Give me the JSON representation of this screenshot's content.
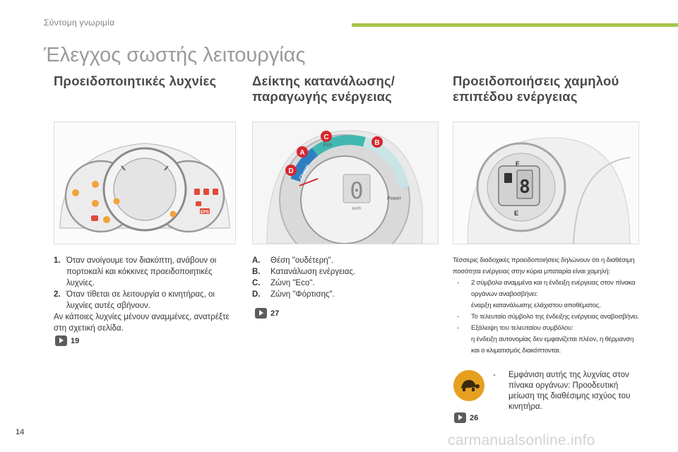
{
  "header": {
    "section": "Σύντομη γνωριμία",
    "title": "Έλεγχος σωστής λειτουργίας",
    "accent_color": "#a4c54a"
  },
  "columns": {
    "warning_lamps": {
      "heading_line1": "Προειδοποιητικές λυχνίες",
      "items": [
        {
          "num": "1.",
          "text": "Όταν ανοίγουμε τον διακόπτη, ανάβουν οι πορτοκαλί και κόκκινες προειδοποιητικές λυχνίες."
        },
        {
          "num": "2.",
          "text": "Όταν τίθεται σε λειτουργία ο κινητήρας, οι λυχνίες αυτές σβήνουν."
        }
      ],
      "note": "Αν κάποιες λυχνίες μένουν αναμμένες, ανατρέξτε στη σχετική σελίδα.",
      "page_ref": "19",
      "figure_labels": {
        "eps": "EPS"
      }
    },
    "power_meter": {
      "heading_line1": "Δείκτης κατανάλωσης/",
      "heading_line2": "παραγωγής ενέργειας",
      "items": [
        {
          "num": "A.",
          "text": "Θέση \"ουδέτερη\"."
        },
        {
          "num": "B.",
          "text": "Κατανάλωση ενέργειας."
        },
        {
          "num": "C.",
          "text": "Ζώνη \"Eco\"."
        },
        {
          "num": "D.",
          "text": "Ζώνη \"Φόρτισης\"."
        }
      ],
      "page_ref": "27",
      "figure_labels": {
        "a": "A",
        "b": "B",
        "c": "C",
        "d": "D",
        "eco": "Eco",
        "charge": "Charge",
        "power": "Power",
        "speed": "0",
        "unit": "km/h"
      },
      "colors": {
        "charge_zone": "#2f7fc0",
        "eco_zone": "#40b8b0",
        "markers": "#d8262f"
      }
    },
    "low_level": {
      "heading_line1": "Προειδοποιήσεις χαμηλού",
      "heading_line2": "επιπέδου ενέργειας",
      "intro": "Τέσσερις διαδοχικές προειδοποιήσεις δηλώνουν ότι η διαθέσιμη ποσότητα ενέργειας στην κύρια μπαταρία είναι χαμηλή:",
      "items": [
        {
          "dash": "-",
          "line1": "2 σύμβολα αναμμένα και η ένδειξη ενέργειας στον πίνακα οργάνων αναβοσβήνει:",
          "line2": "έναρξη κατανάλωσης ελάχιστου αποθέματος."
        },
        {
          "dash": "-",
          "line1": "Το τελευταίο σύμβολο της ένδειξης ενέργειας αναβοσβήνει.",
          "line2": ""
        },
        {
          "dash": "-",
          "line1": "Εξάλειψη του τελευταίου συμβόλου:",
          "line2": "η ένδειξη αυτονομίας δεν εμφανίζεται πλέον, η θέρμανση και ο κλιματισμός διακόπτονται."
        }
      ],
      "turtle": {
        "dash": "-",
        "text": "Εμφάνιση αυτής της λυχνίας στον πίνακα οργάνων: Προοδευτική μείωση της διαθέσιμης ισχύος του κινητήρα.",
        "color": "#e6a020"
      },
      "page_ref": "26",
      "figure_labels": {
        "full": "F",
        "empty": "E"
      }
    }
  },
  "footer": {
    "page_number": "14",
    "watermark": "carmanualsonline.info"
  }
}
